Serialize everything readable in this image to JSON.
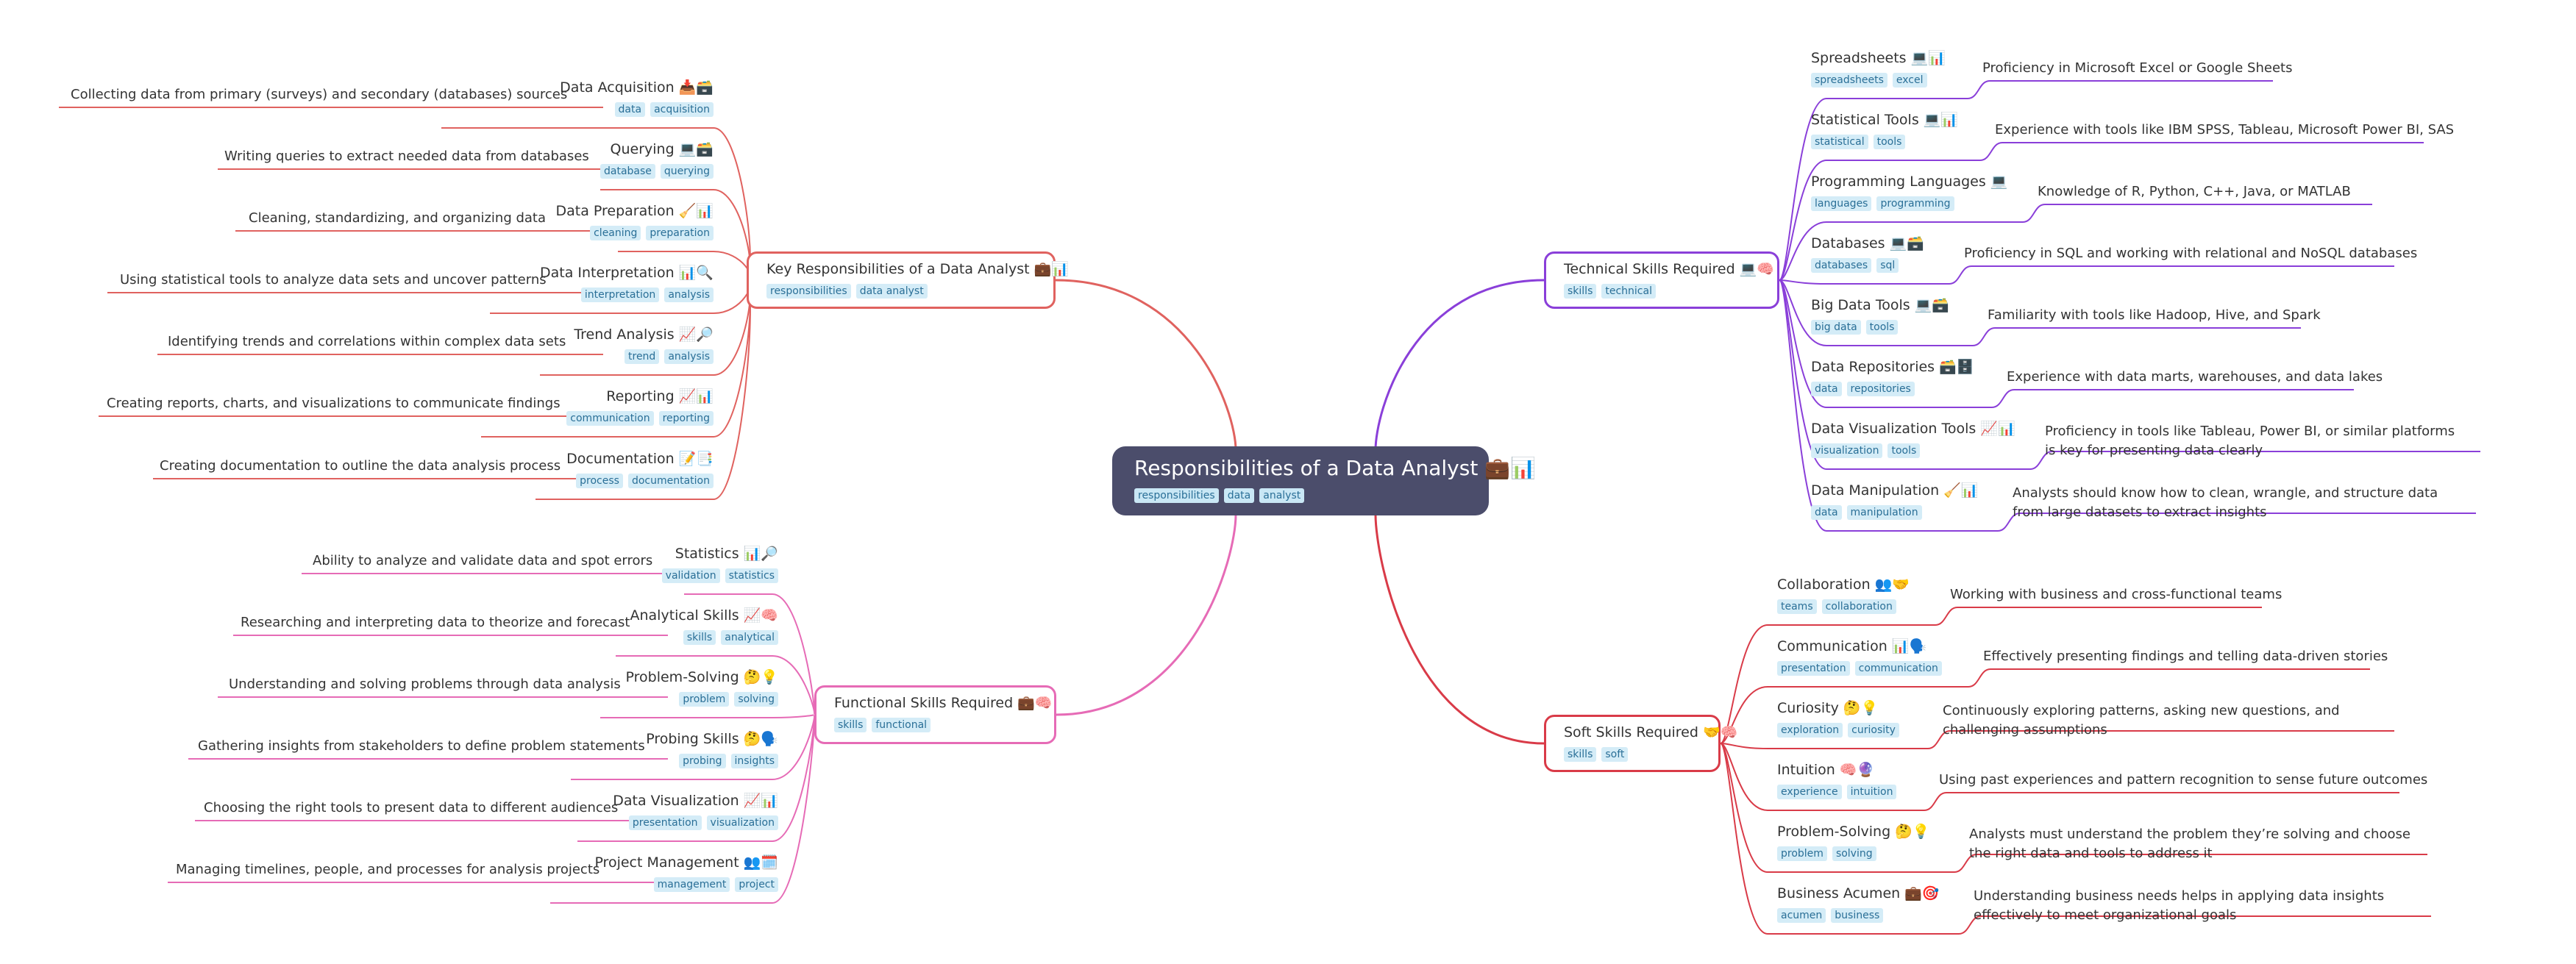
{
  "root": {
    "title": "Responsibilities of a Data Analyst 💼📊",
    "tags": [
      "responsibilities",
      "data",
      "analyst"
    ]
  },
  "branches": [
    {
      "id": "key",
      "side": "left",
      "color": "#e0625f",
      "title": "Key Responsibilities of a Data Analyst 💼📊",
      "tags": [
        "responsibilities",
        "data analyst"
      ],
      "children": [
        {
          "title": "Data Acquisition 📥🗃️",
          "tags": [
            "data",
            "acquisition"
          ],
          "leaf": "Collecting data from primary (surveys) and secondary (databases) sources"
        },
        {
          "title": "Querying 💻🗃️",
          "tags": [
            "database",
            "querying"
          ],
          "leaf": "Writing queries to extract needed data from databases"
        },
        {
          "title": "Data Preparation 🧹📊",
          "tags": [
            "cleaning",
            "preparation"
          ],
          "leaf": "Cleaning, standardizing, and organizing data"
        },
        {
          "title": "Data Interpretation 📊🔍",
          "tags": [
            "interpretation",
            "analysis"
          ],
          "leaf": "Using statistical tools to analyze data sets and uncover patterns"
        },
        {
          "title": "Trend Analysis 📈🔎",
          "tags": [
            "trend",
            "analysis"
          ],
          "leaf": "Identifying trends and correlations within complex data sets"
        },
        {
          "title": "Reporting 📈📊",
          "tags": [
            "communication",
            "reporting"
          ],
          "leaf": "Creating reports, charts, and visualizations to communicate findings"
        },
        {
          "title": "Documentation 📝📑",
          "tags": [
            "process",
            "documentation"
          ],
          "leaf": "Creating documentation to outline the data analysis process"
        }
      ]
    },
    {
      "id": "functional",
      "side": "left",
      "color": "#e66bb6",
      "title": "Functional Skills Required 💼🧠",
      "tags": [
        "skills",
        "functional"
      ],
      "children": [
        {
          "title": "Statistics 📊🔎",
          "tags": [
            "validation",
            "statistics"
          ],
          "leaf": "Ability to analyze and validate data and spot errors"
        },
        {
          "title": "Analytical Skills 📈🧠",
          "tags": [
            "skills",
            "analytical"
          ],
          "leaf": "Researching and interpreting data to theorize and forecast"
        },
        {
          "title": "Problem-Solving 🤔💡",
          "tags": [
            "problem",
            "solving"
          ],
          "leaf": "Understanding and solving problems through data analysis"
        },
        {
          "title": "Probing Skills 🤔🗣️",
          "tags": [
            "probing",
            "insights"
          ],
          "leaf": "Gathering insights from stakeholders to define problem statements"
        },
        {
          "title": "Data Visualization 📈📊",
          "tags": [
            "presentation",
            "visualization"
          ],
          "leaf": "Choosing the right tools to present data to different audiences"
        },
        {
          "title": "Project Management 👥🗓️",
          "tags": [
            "management",
            "project"
          ],
          "leaf": "Managing timelines, people, and processes for analysis projects"
        }
      ]
    },
    {
      "id": "technical",
      "side": "right",
      "color": "#8a3fd9",
      "title": "Technical Skills Required 💻🧠",
      "tags": [
        "skills",
        "technical"
      ],
      "children": [
        {
          "title": "Spreadsheets 💻📊",
          "tags": [
            "spreadsheets",
            "excel"
          ],
          "leaf": "Proficiency in Microsoft Excel or Google Sheets"
        },
        {
          "title": "Statistical Tools 💻📊",
          "tags": [
            "statistical",
            "tools"
          ],
          "leaf": "Experience with tools like IBM SPSS, Tableau, Microsoft Power BI, SAS"
        },
        {
          "title": "Programming Languages 💻",
          "tags": [
            "languages",
            "programming"
          ],
          "leaf": "Knowledge of R, Python, C++, Java, or MATLAB"
        },
        {
          "title": "Databases 💻🗃️",
          "tags": [
            "databases",
            "sql"
          ],
          "leaf": "Proficiency in SQL and working with relational and NoSQL databases"
        },
        {
          "title": "Big Data Tools 💻🗃️",
          "tags": [
            "big data",
            "tools"
          ],
          "leaf": "Familiarity with tools like Hadoop, Hive, and Spark"
        },
        {
          "title": "Data Repositories 🗃️🗄️",
          "tags": [
            "data",
            "repositories"
          ],
          "leaf": "Experience with data marts, warehouses, and data lakes"
        },
        {
          "title": "Data Visualization Tools 📈📊",
          "tags": [
            "visualization",
            "tools"
          ],
          "leaf": "Proficiency in tools like Tableau, Power BI, or similar platforms is key for presenting data clearly"
        },
        {
          "title": "Data Manipulation 🧹📊",
          "tags": [
            "data",
            "manipulation"
          ],
          "leaf": "Analysts should know how to clean, wrangle, and structure data from large datasets to extract insights"
        }
      ]
    },
    {
      "id": "soft",
      "side": "right",
      "color": "#d93b48",
      "title": "Soft Skills Required 🤝🧠",
      "tags": [
        "skills",
        "soft"
      ],
      "children": [
        {
          "title": "Collaboration 👥🤝",
          "tags": [
            "teams",
            "collaboration"
          ],
          "leaf": "Working with business and cross-functional teams"
        },
        {
          "title": "Communication 📊🗣️",
          "tags": [
            "presentation",
            "communication"
          ],
          "leaf": "Effectively presenting findings and telling data-driven stories"
        },
        {
          "title": "Curiosity 🤔💡",
          "tags": [
            "exploration",
            "curiosity"
          ],
          "leaf": "Continuously exploring patterns, asking new questions, and challenging assumptions"
        },
        {
          "title": "Intuition 🧠🔮",
          "tags": [
            "experience",
            "intuition"
          ],
          "leaf": "Using past experiences and pattern recognition to sense future outcomes"
        },
        {
          "title": "Problem-Solving 🤔💡",
          "tags": [
            "problem",
            "solving"
          ],
          "leaf": "Analysts must understand the problem they’re solving and choose the right data and tools to address it"
        },
        {
          "title": "Business Acumen 💼🎯",
          "tags": [
            "acumen",
            "business"
          ],
          "leaf": "Understanding business needs helps in applying data insights effectively to meet organizational goals"
        }
      ]
    }
  ]
}
